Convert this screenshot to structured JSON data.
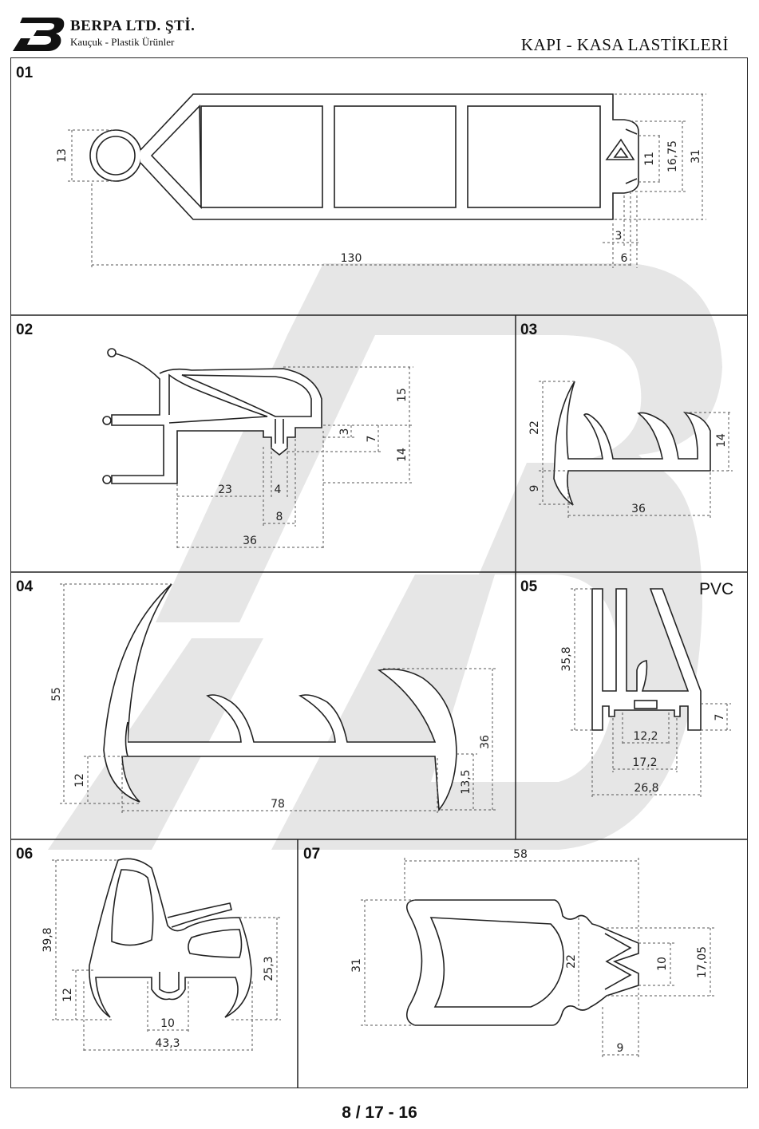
{
  "header": {
    "company": "BERPA LTD. ŞTİ.",
    "subtitle": "Kauçuk - Plastik Ürünler",
    "title": "KAPI - KASA LASTİKLERİ"
  },
  "colors": {
    "watermark": "#e6e6e6",
    "line": "#222222",
    "dim": "#555555"
  },
  "panels": [
    {
      "id": "01",
      "dims": [
        "13",
        "130",
        "11",
        "16,75",
        "31",
        "3",
        "6"
      ]
    },
    {
      "id": "02",
      "dims": [
        "15",
        "3",
        "7",
        "14",
        "23",
        "4",
        "8",
        "36"
      ]
    },
    {
      "id": "03",
      "dims": [
        "22",
        "9",
        "14",
        "36"
      ]
    },
    {
      "id": "04",
      "dims": [
        "55",
        "12",
        "78",
        "36",
        "13,5"
      ]
    },
    {
      "id": "05",
      "material": "PVC",
      "dims": [
        "35,8",
        "7",
        "12,2",
        "17,2",
        "26,8"
      ]
    },
    {
      "id": "06",
      "dims": [
        "39,8",
        "12",
        "25,3",
        "10",
        "43,3"
      ]
    },
    {
      "id": "07",
      "dims": [
        "58",
        "31",
        "22",
        "10",
        "17,05",
        "9"
      ]
    }
  ],
  "footer": {
    "page": "8 / 17 - 16"
  }
}
